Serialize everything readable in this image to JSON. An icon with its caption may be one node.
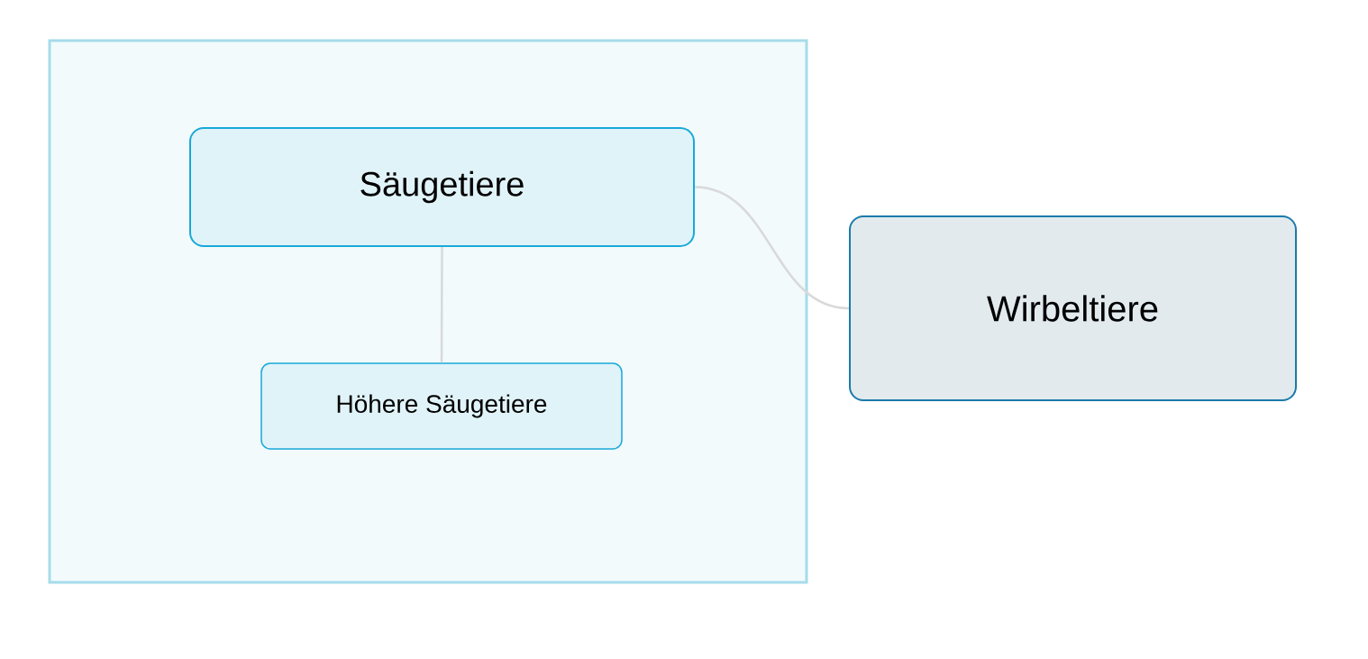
{
  "diagram": {
    "nodes": [
      {
        "text": [],
        "shape": "box"
      },
      {
        "text": [
          "Säugetiere"
        ],
        "in": 0
      },
      {
        "text": [
          "Höhere Säugetiere"
        ],
        "in": 0
      },
      {
        "text": [
          "Wirbeltiere"
        ]
      }
    ],
    "edges": [
      {
        "from": 1,
        "to": 2,
        "arrow": "none"
      },
      {
        "from": 1,
        "to": 3,
        "arrow": "none"
      }
    ]
  }
}
